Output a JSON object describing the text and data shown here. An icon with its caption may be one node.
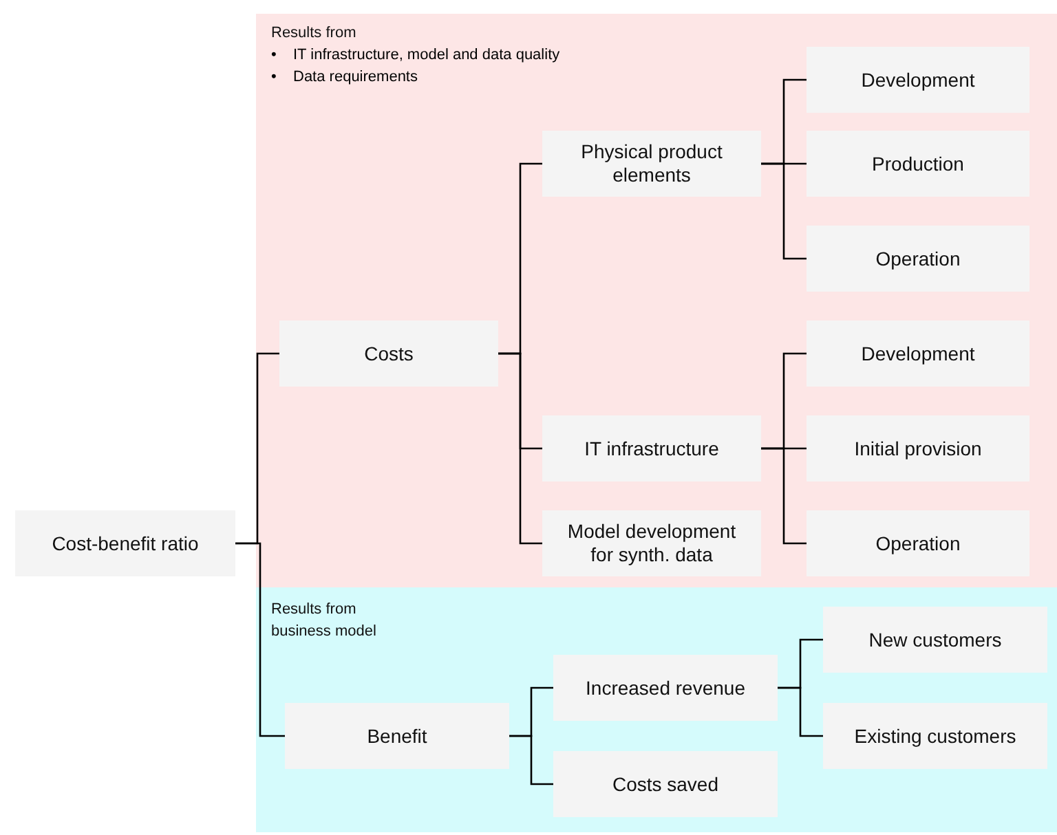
{
  "diagram": {
    "nodes": [
      {
        "text": [
          "Cost-benefit ratio"
        ]
      },
      {
        "text": [
          "Results from",
          "•",
          "IT infrastructure, model and data quality",
          "•",
          "Data requirements"
        ]
      },
      {
        "text": [
          "Costs"
        ],
        "in": 1
      },
      {
        "text": [
          "Physical product elements"
        ],
        "in": 1
      },
      {
        "text": [
          "Development"
        ],
        "in": 1
      },
      {
        "text": [
          "Production"
        ],
        "in": 1
      },
      {
        "text": [
          "Operation"
        ],
        "in": 1
      },
      {
        "text": [
          "IT infrastructure"
        ],
        "in": 1
      },
      {
        "text": [
          "Development"
        ],
        "in": 1
      },
      {
        "text": [
          "Initial provision"
        ],
        "in": 1
      },
      {
        "text": [
          "Operation"
        ],
        "in": 1
      },
      {
        "text": [
          "Model development for synth. data"
        ],
        "in": 1
      },
      {
        "text": [
          "Results from business model"
        ]
      },
      {
        "text": [
          "Benefit"
        ],
        "in": 12
      },
      {
        "text": [
          "Increased revenue"
        ],
        "in": 12
      },
      {
        "text": [
          "Costs saved"
        ],
        "in": 12
      },
      {
        "text": [
          "New customers"
        ],
        "in": 12
      },
      {
        "text": [
          "Existing customers"
        ],
        "in": 12
      }
    ],
    "edges": [
      {
        "from": 0,
        "to": 2,
        "arrow": "none"
      },
      {
        "from": 0,
        "to": 13,
        "arrow": "none"
      },
      {
        "from": 2,
        "to": 3,
        "arrow": "none"
      },
      {
        "from": 2,
        "to": 7,
        "arrow": "none"
      },
      {
        "from": 2,
        "to": 11,
        "arrow": "none"
      },
      {
        "from": 3,
        "to": 4,
        "arrow": "none"
      },
      {
        "from": 3,
        "to": 5,
        "arrow": "none"
      },
      {
        "from": 3,
        "to": 6,
        "arrow": "none"
      },
      {
        "from": 7,
        "to": 8,
        "arrow": "none"
      },
      {
        "from": 7,
        "to": 9,
        "arrow": "none"
      },
      {
        "from": 7,
        "to": 10,
        "arrow": "none"
      },
      {
        "from": 13,
        "to": 14,
        "arrow": "none"
      },
      {
        "from": 13,
        "to": 15,
        "arrow": "none"
      },
      {
        "from": 14,
        "to": 16,
        "arrow": "none"
      },
      {
        "from": 14,
        "to": 17,
        "arrow": "none"
      }
    ]
  }
}
